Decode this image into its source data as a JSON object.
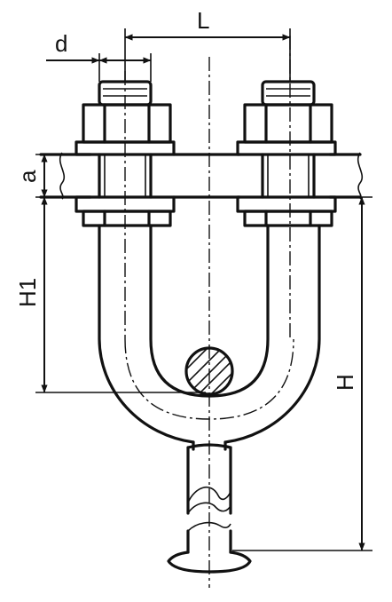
{
  "labels": {
    "L": "L",
    "d": "d",
    "a": "a",
    "H1": "H1",
    "H": "H"
  }
}
